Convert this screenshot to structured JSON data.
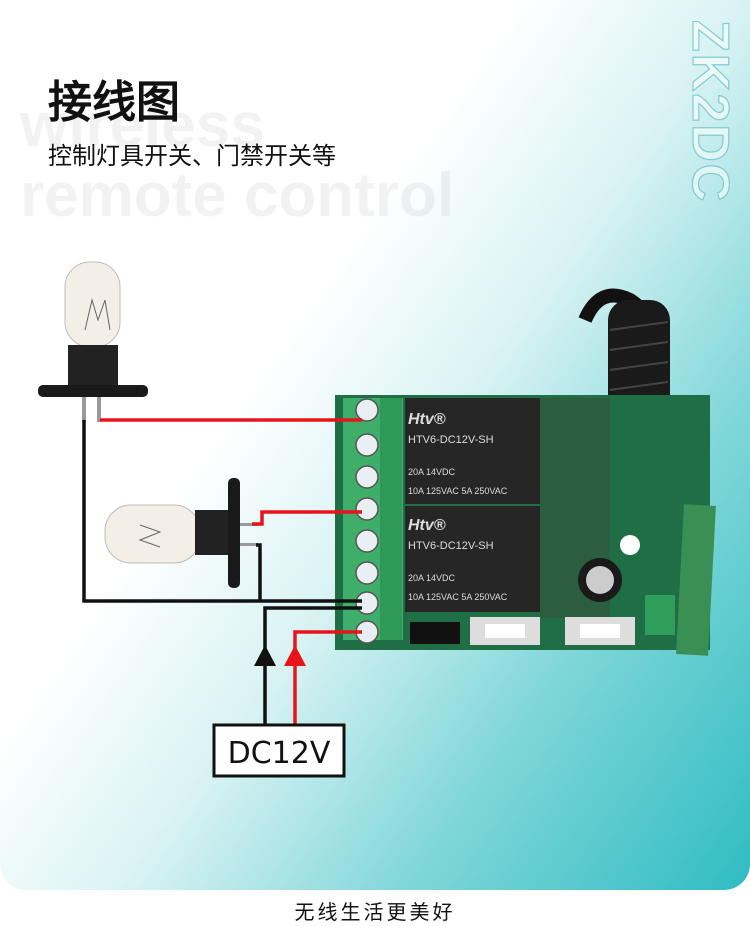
{
  "header": {
    "title": "接线图",
    "subtitle": "控制灯具开关、门禁开关等",
    "watermark_line1": "wireless",
    "watermark_line2": "remote control",
    "brand": "ZK2DC"
  },
  "board": {
    "relay_brand": "Htv®",
    "relay_model": "HTV6-DC12V-SH",
    "relay_rating1": "20A 14VDC",
    "relay_rating2": "10A 125VAC 5A 250VAC"
  },
  "power": {
    "label": "DC12V"
  },
  "footer": {
    "slogan": "无线生活更美好"
  },
  "colors": {
    "wire_positive": "#e8141b",
    "wire_negative": "#111111",
    "terminal": "#3fae6a"
  }
}
